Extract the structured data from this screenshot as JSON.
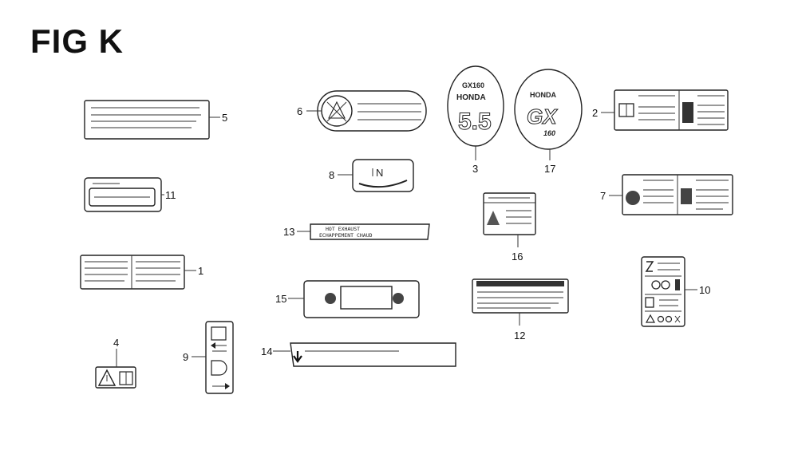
{
  "figure": {
    "title": "FIG K"
  },
  "callouts": {
    "c1": "1",
    "c2": "2",
    "c3": "3",
    "c4": "4",
    "c5": "5",
    "c6": "6",
    "c7": "7",
    "c8": "8",
    "c9": "9",
    "c10": "10",
    "c11": "11",
    "c12": "12",
    "c13": "13",
    "c14": "14",
    "c15": "15",
    "c16": "16",
    "c17": "17"
  },
  "labels": {
    "exhaust_line1": "HOT EXHAUST",
    "exhaust_line2": "ECHAPPEMENT CHAUD",
    "emblem3_top": "GX160",
    "emblem3_brand": "HONDA",
    "emblem3_value": "5.5",
    "emblem17_brand": "HONDA",
    "emblem17_model": "GX",
    "emblem17_num": "160",
    "choke_letter": "N"
  }
}
